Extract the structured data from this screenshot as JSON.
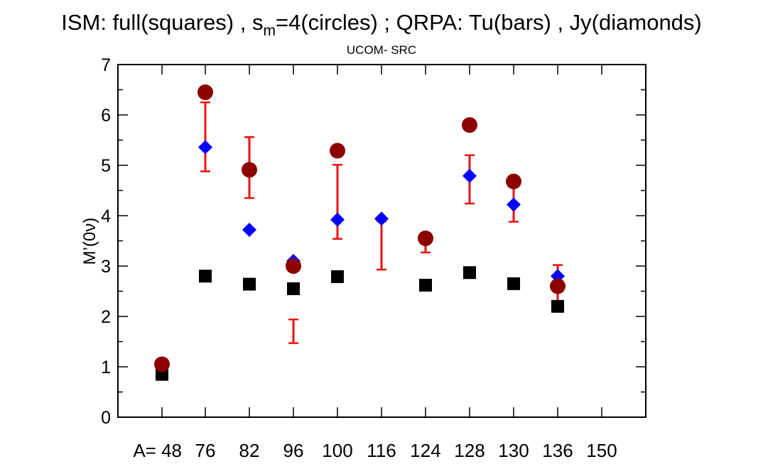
{
  "chart_data": {
    "type": "scatter",
    "title": "UCOM- SRC",
    "header": {
      "part1": "ISM: full(squares) ,  s",
      "sub": "m",
      "part2": "=4(circles)  ;   QRPA:  Tu(bars)  , Jy(diamonds)"
    },
    "ylabel": "M’(0ν)",
    "ylim": [
      0,
      7
    ],
    "yticks": [
      "0",
      "1",
      "2",
      "3",
      "4",
      "5",
      "6",
      "7"
    ],
    "x_prefix": "A= ",
    "categories": [
      "48",
      "76",
      "82",
      "96",
      "100",
      "116",
      "124",
      "128",
      "130",
      "136",
      "150"
    ],
    "grid": false,
    "series": [
      {
        "name": "full",
        "marker": "square",
        "color": "#000000",
        "values": [
          0.85,
          2.8,
          2.64,
          2.55,
          2.79,
          null,
          2.62,
          2.87,
          2.65,
          2.2,
          null
        ]
      },
      {
        "name": "s_m=4",
        "marker": "circle",
        "color": "#8b0000",
        "values": [
          1.05,
          6.45,
          4.91,
          3.0,
          5.29,
          null,
          3.55,
          5.8,
          4.68,
          2.6,
          null
        ]
      },
      {
        "name": "Tu",
        "marker": "errorbar",
        "color": "#ee1111",
        "ranges": [
          null,
          [
            4.88,
            6.25
          ],
          [
            4.35,
            5.56
          ],
          [
            1.47,
            1.94
          ],
          [
            3.54,
            5.01
          ],
          [
            2.93,
            3.89
          ],
          [
            3.27,
            3.55
          ],
          [
            4.24,
            5.2
          ],
          [
            3.88,
            4.68
          ],
          [
            2.2,
            3.02
          ],
          null
        ]
      },
      {
        "name": "Jy",
        "marker": "diamond",
        "color": "#0000ff",
        "values": [
          null,
          5.36,
          3.72,
          3.1,
          3.92,
          3.94,
          null,
          4.79,
          4.22,
          2.8,
          null
        ]
      }
    ]
  }
}
